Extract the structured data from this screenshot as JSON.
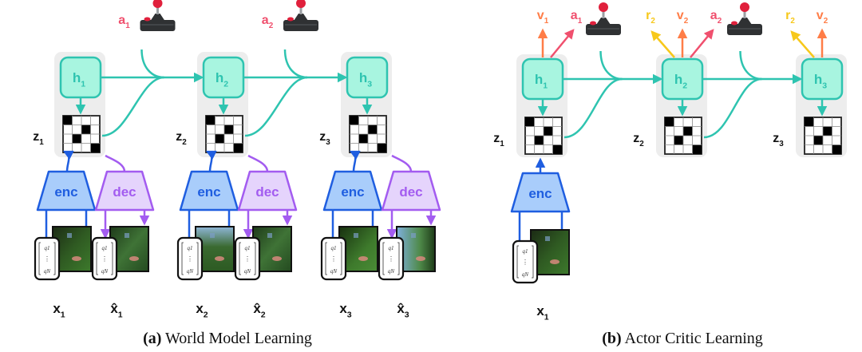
{
  "colors": {
    "teal": "#2ec4b0",
    "teal_fill": "#a8f5e0",
    "enc": "#1f5ee0",
    "enc_fill": "#a9cdfb",
    "dec": "#a35cf0",
    "dec_fill": "#e5d4fc",
    "action": "#f0506e",
    "value": "#ff7d47",
    "reward": "#f7c81a",
    "group_bg": "#ededed"
  },
  "panel_a": {
    "caption_bold": "(a)",
    "caption_text": " World Model Learning",
    "actions": [
      "a",
      "a"
    ],
    "action_subs": [
      "1",
      "2"
    ],
    "states": [
      {
        "h": "h",
        "h_sub": "1",
        "z": "z",
        "z_sub": "1",
        "x": "x",
        "x_sub": "1",
        "xhat": "x̂",
        "xhat_sub": "1"
      },
      {
        "h": "h",
        "h_sub": "2",
        "z": "z",
        "z_sub": "2",
        "x": "x",
        "x_sub": "2",
        "xhat": "x̂",
        "xhat_sub": "2"
      },
      {
        "h": "h",
        "h_sub": "3",
        "z": "z",
        "z_sub": "3",
        "x": "x",
        "x_sub": "3",
        "xhat": "x̂",
        "xhat_sub": "3"
      }
    ],
    "enc_label": "enc",
    "dec_label": "dec"
  },
  "panel_b": {
    "caption_bold": "(b)",
    "caption_text": " Actor Critic Learning",
    "states": [
      {
        "h": "h",
        "h_sub": "1",
        "z": "z",
        "z_sub": "1"
      },
      {
        "h": "h",
        "h_sub": "2",
        "z": "z",
        "z_sub": "2"
      },
      {
        "h": "h",
        "h_sub": "3",
        "z": "z",
        "z_sub": "3"
      }
    ],
    "outputs": [
      [
        {
          "t": "v",
          "s": "1",
          "kind": "value"
        },
        {
          "t": "a",
          "s": "1",
          "kind": "action"
        }
      ],
      [
        {
          "t": "r",
          "s": "2",
          "kind": "reward"
        },
        {
          "t": "v",
          "s": "2",
          "kind": "value"
        },
        {
          "t": "a",
          "s": "2",
          "kind": "action"
        }
      ],
      [
        {
          "t": "r",
          "s": "2",
          "kind": "reward"
        },
        {
          "t": "v",
          "s": "2",
          "kind": "value"
        }
      ]
    ],
    "enc_label": "enc",
    "x": "x",
    "x_sub": "1"
  },
  "vector": {
    "top": "q",
    "top_sub": "1",
    "mid": "⋮",
    "bot": "q",
    "bot_sub": "N"
  }
}
